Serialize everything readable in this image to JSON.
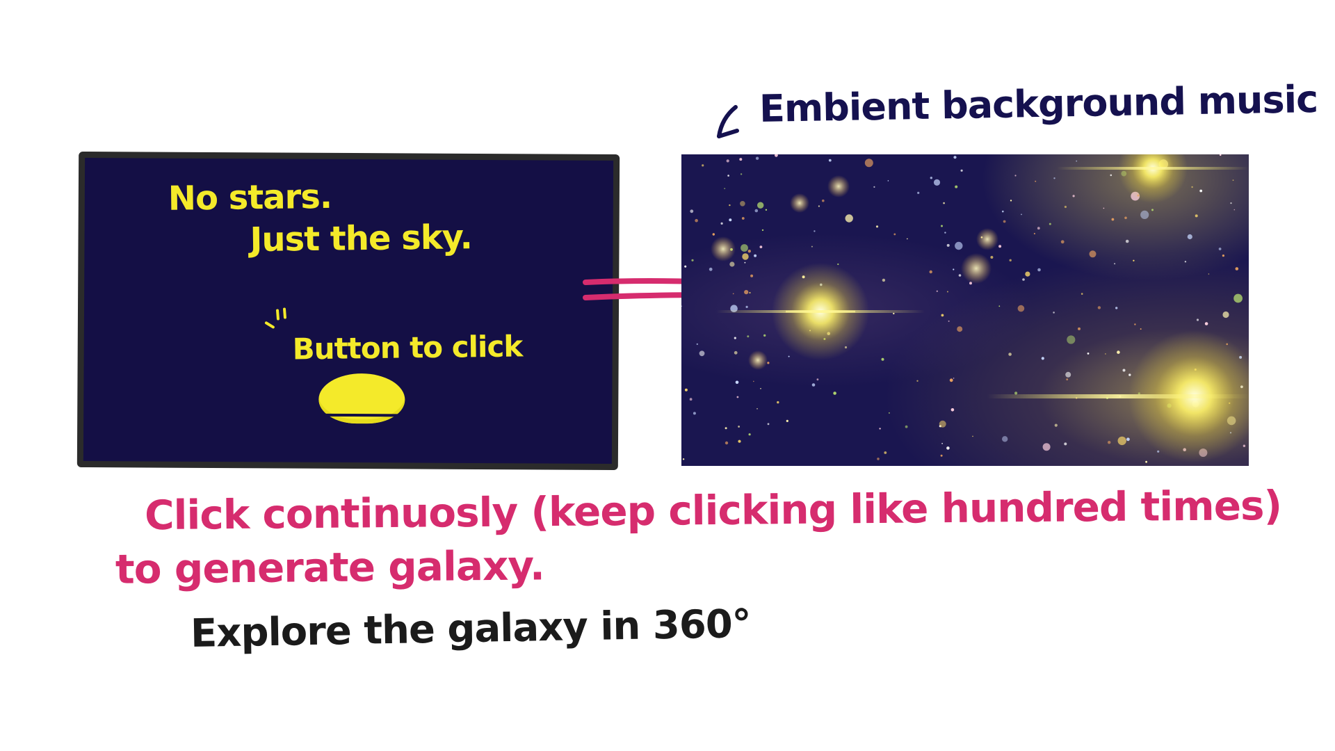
{
  "left_panel": {
    "text_line_1": "No stars.",
    "text_line_2": "Just the sky.",
    "button_caption": "Button to click",
    "colors": {
      "sky": "#140f45",
      "frame": "#2b2b2b",
      "text": "#f4ea2a",
      "button": "#f4ea2a"
    }
  },
  "right_panel": {
    "colors": {
      "sky": "#1a1650",
      "bright_star": "#fff36a"
    }
  },
  "annotations": {
    "music_label": "Embient background music",
    "click_line_1": "Click continuosly (keep clicking like hundred times)",
    "click_line_2": "to generate galaxy.",
    "explore_line": "Explore the galaxy in 360°",
    "colors": {
      "music": "#15114f",
      "click": "#d62c6e",
      "explore": "#1b1b1b",
      "arrow": "#d62c6e"
    }
  },
  "icons": {
    "transition": "double-arrow-right-icon",
    "music_pointer": "arrow-down-left-icon",
    "quote": "quote-marks-icon",
    "star": "star-icon"
  }
}
